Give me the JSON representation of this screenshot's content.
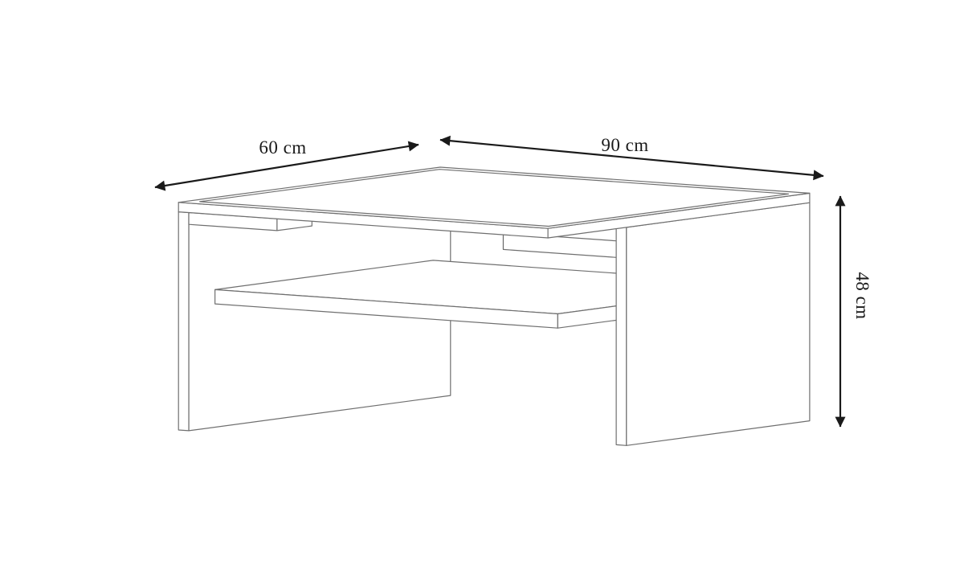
{
  "diagram": {
    "dimensions": {
      "depth": {
        "label": "60 cm",
        "value": 60,
        "unit": "cm"
      },
      "width": {
        "label": "90 cm",
        "value": 90,
        "unit": "cm"
      },
      "height": {
        "label": "48 cm",
        "value": 48,
        "unit": "cm"
      }
    },
    "colors": {
      "background": "#ffffff",
      "wireframe": "#6f6f6f",
      "dimension": "#1a1a1a",
      "label_text": "#1a1a1a"
    }
  }
}
